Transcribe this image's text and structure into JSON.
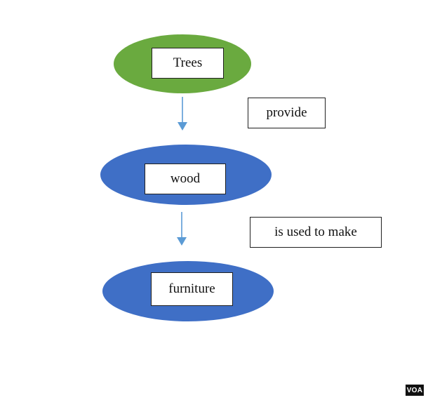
{
  "diagram": {
    "nodes": {
      "trees": {
        "label": "Trees",
        "color": "#6aaa3f"
      },
      "wood": {
        "label": "wood",
        "color": "#3f6fc6"
      },
      "furniture": {
        "label": "furniture",
        "color": "#3f6fc6"
      }
    },
    "edges": [
      {
        "from": "trees",
        "to": "wood",
        "label": "provide"
      },
      {
        "from": "wood",
        "to": "furniture",
        "label": "is used to make"
      }
    ],
    "arrow_color": "#5b9bd5"
  },
  "watermark": {
    "text": "VOA"
  }
}
